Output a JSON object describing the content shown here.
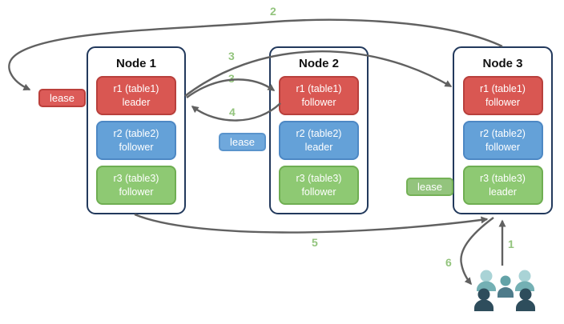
{
  "diagram": {
    "nodes": [
      {
        "title": "Node 1",
        "replicas": [
          {
            "range": "r1 (table1)",
            "role": "leader",
            "color": "red"
          },
          {
            "range": "r2 (table2)",
            "role": "follower",
            "color": "blue"
          },
          {
            "range": "r3 (table3)",
            "role": "follower",
            "color": "green"
          }
        ]
      },
      {
        "title": "Node 2",
        "replicas": [
          {
            "range": "r1 (table1)",
            "role": "follower",
            "color": "red"
          },
          {
            "range": "r2 (table2)",
            "role": "leader",
            "color": "blue"
          },
          {
            "range": "r3 (table3)",
            "role": "follower",
            "color": "green"
          }
        ]
      },
      {
        "title": "Node 3",
        "replicas": [
          {
            "range": "r1 (table1)",
            "role": "follower",
            "color": "red"
          },
          {
            "range": "r2 (table2)",
            "role": "follower",
            "color": "blue"
          },
          {
            "range": "r3 (table3)",
            "role": "leader",
            "color": "green"
          }
        ]
      }
    ],
    "leases": [
      {
        "label": "lease",
        "color": "red",
        "near": "Node 1 r1 leader"
      },
      {
        "label": "lease",
        "color": "blue",
        "near": "Node 2 r2 leader"
      },
      {
        "label": "lease",
        "color": "green",
        "near": "Node 3 r3 leader"
      }
    ],
    "steps": [
      {
        "label": "1",
        "arrow": "users to Node 3"
      },
      {
        "label": "2",
        "arrow": "Node 3 to red lease"
      },
      {
        "label": "3",
        "arrow": "Node 1 r1 leader to Node 3 r1 follower"
      },
      {
        "label": "3",
        "arrow": "Node 1 r1 leader to Node 2 r1 follower"
      },
      {
        "label": "4",
        "arrow": "Node 2 r1 follower to Node 1 r1 leader"
      },
      {
        "label": "5",
        "arrow": "Node 1 to Node 3"
      },
      {
        "label": "6",
        "arrow": "Node 3 to users"
      }
    ],
    "colors": {
      "red_fill": "#d95752",
      "red_border": "#b8403c",
      "blue_fill": "#64a1d8",
      "blue_border": "#4d88c4",
      "green_fill": "#8ec973",
      "green_border": "#6fae52",
      "node_border": "#22395c",
      "arrow": "#616161",
      "step_label": "#93c47d",
      "users_light_teal": "#a9d3d6",
      "users_teal": "#74b0b4",
      "users_slate": "#4e7b8a",
      "users_dark": "#2e4d5c"
    }
  }
}
